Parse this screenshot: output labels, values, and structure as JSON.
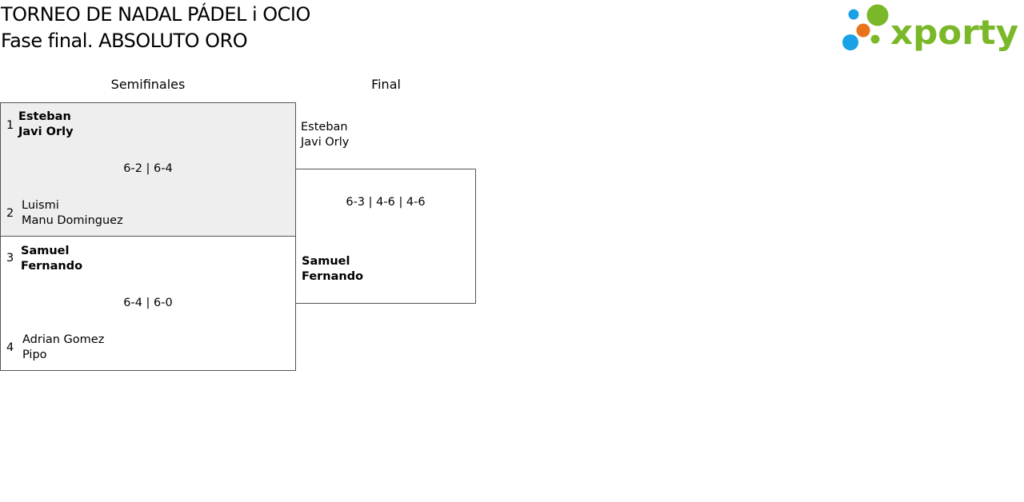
{
  "header": {
    "title_line1": "TORNEO DE NADAL PÁDEL i OCIO",
    "title_line2": "Fase final. ABSOLUTO ORO"
  },
  "logo": {
    "text": "xporty",
    "colors": {
      "green": "#7ab829",
      "orange": "#e8731b",
      "blue": "#1aa1e6"
    }
  },
  "rounds": {
    "semifinals_label": "Semifinales",
    "final_label": "Final"
  },
  "semifinals": [
    {
      "score": "6-2 | 6-4",
      "top": {
        "seed": "1",
        "player1": "Esteban",
        "player2": "Javi Orly",
        "winner": true
      },
      "bottom": {
        "seed": "2",
        "player1": "Luismi",
        "player2": "Manu Dominguez",
        "winner": false
      }
    },
    {
      "score": "6-4 | 6-0",
      "top": {
        "seed": "3",
        "player1": "Samuel",
        "player2": "Fernando",
        "winner": true
      },
      "bottom": {
        "seed": "4",
        "player1": "Adrian Gomez",
        "player2": "Pipo",
        "winner": false
      }
    }
  ],
  "final": {
    "score": "6-3 | 4-6 | 4-6",
    "top": {
      "player1": "Esteban",
      "player2": "Javi Orly",
      "winner": false
    },
    "bottom": {
      "player1": "Samuel",
      "player2": "Fernando",
      "winner": true
    }
  }
}
